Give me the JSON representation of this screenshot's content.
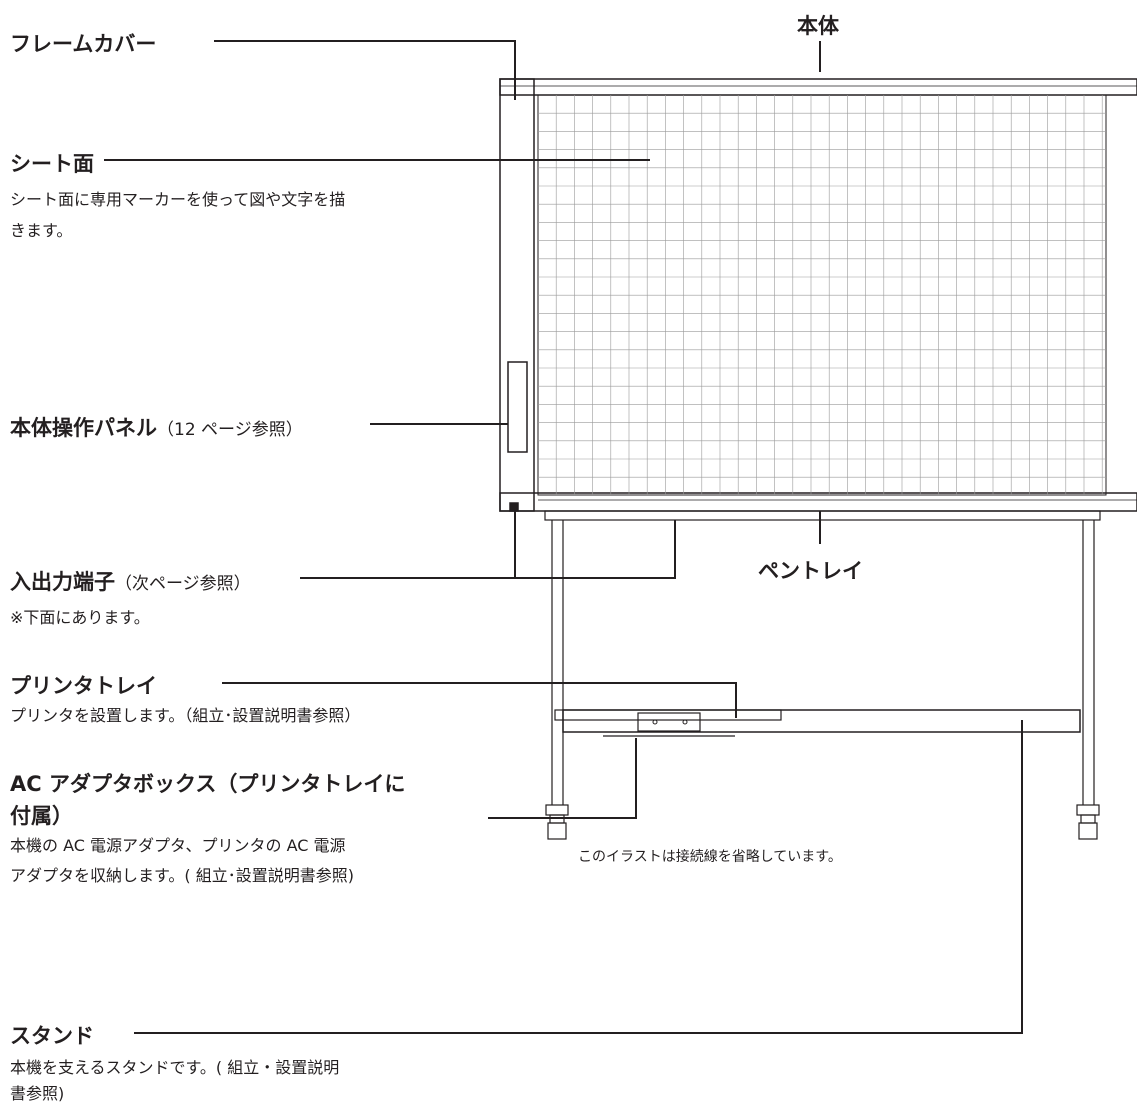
{
  "callouts": {
    "frame_cover": {
      "title": "フレームカバー"
    },
    "body_top": {
      "title": "本体"
    },
    "sheet": {
      "title": "シート面",
      "desc_line1": "シート面に専用マーカーを使って図や文字を描",
      "desc_line2": "きます。"
    },
    "panel": {
      "title": "本体操作パネル",
      "note": "（12 ページ参照）"
    },
    "io": {
      "title": "入出力端子",
      "note": "（次ページ参照）",
      "desc": "※下面にあります。"
    },
    "pen_tray": {
      "title": "ペントレイ"
    },
    "printer_tray": {
      "title": "プリンタトレイ",
      "desc": "プリンタを設置します。（組立･設置説明書参照）"
    },
    "ac_box": {
      "title_line1": "AC アダプタボックス（プリンタトレイに",
      "title_line2": "付属）",
      "desc_line1": "本機の AC 電源アダプタ、プリンタの AC 電源",
      "desc_line2": "アダプタを収納します。( 組立･設置説明書参照)"
    },
    "stand": {
      "title": "スタンド",
      "desc_line1": "本機を支えるスタンドです。( 組立・設置説明",
      "desc_line2": "書参照)"
    }
  },
  "caption": "このイラストは接続線を省略しています。"
}
